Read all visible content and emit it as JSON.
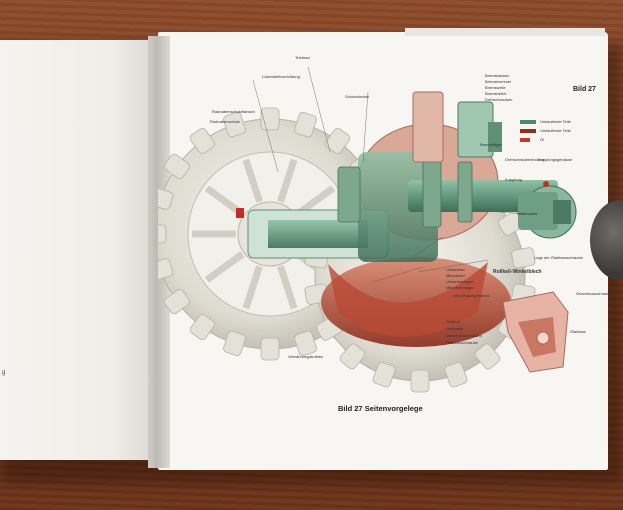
{
  "scene": {
    "caption_prefix": "Bild 27",
    "caption_title": "Seitenvorgelege",
    "page_tag": "Bild 27",
    "left_page_fragment": "g"
  },
  "labels": {
    "a": "Triebrad",
    "b": "Lukenstellvorrichtung",
    "c": "Schutzdeckel",
    "d": "Radnabenschutzflansch",
    "e": "Radnabenschutz",
    "f": "Bremsbacken",
    "g": "Bremstrommel",
    "h": "Bremswelle",
    "i": "Bremshebel",
    "j": "Drehschrauben",
    "k": "Bremsträger",
    "l": "Drehschraubenbolzen",
    "m": "Kupplungsgehäuse",
    "n": "Kupplung",
    "o": "Seitenwelle",
    "p": "Umlaufrad",
    "q": "Mitnehmer",
    "r": "Umlaufradlager",
    "s": "Mitnehmerlager",
    "t": "Rollkeil-Winkelblech",
    "u": "des Umlaufgetriebes",
    "v": "Ölkanal",
    "w": "Hohlwelle",
    "x": "Verschlussschraube",
    "y": "Ölablassschraube",
    "z": "Verzahnungskolben",
    "aa": "Lage der Ölablassschraube",
    "ab": "Verschlussschraube",
    "ac": "Ölablass",
    "ad": "Öl"
  },
  "legend": [
    {
      "label": "Umlaufende Teile",
      "color": "#4f8a6c"
    },
    {
      "label": "Umlaufende Teile",
      "color": "#8e2f22"
    },
    {
      "label": "Öl",
      "color": "#c43a2a"
    }
  ],
  "colors": {
    "gear_light": "#eceae2",
    "gear_shade": "#c9c6bb",
    "green": "#5b9a7a",
    "green_dark": "#3f6f58",
    "rust": "#a8402e",
    "rust_light": "#d2765f",
    "pink": "#e6b4a6",
    "red": "#c72d22"
  }
}
